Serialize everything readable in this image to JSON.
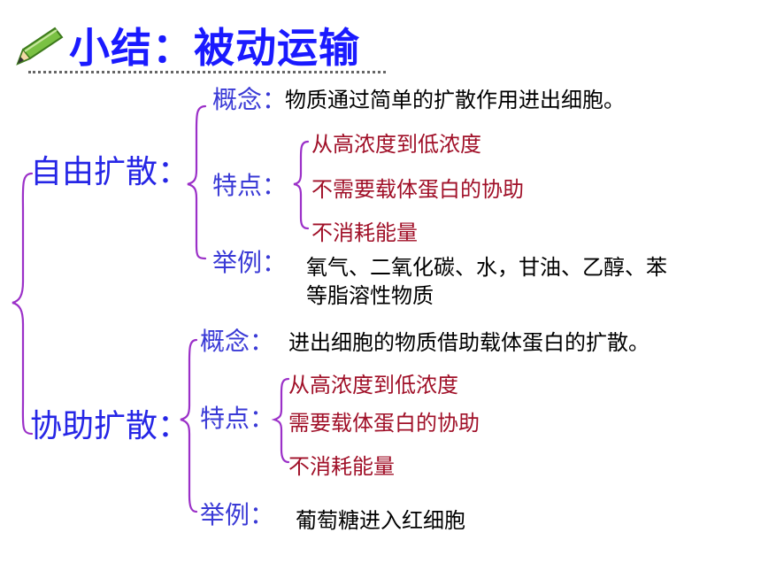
{
  "title": "小结：被动运输",
  "icons": {
    "title_icon": "pencil-icon"
  },
  "colors": {
    "title": "#1a1aff",
    "category": "#2626e6",
    "label": "#3a3ad6",
    "feature": "#a01028",
    "brace": "#9b30c8"
  },
  "free_diffusion": {
    "name": "自由扩散：",
    "concept_label": "概念：",
    "concept_text": "物质通过简单的扩散作用进出细胞。",
    "feature_label": "特点：",
    "features": [
      "从高浓度到低浓度",
      "不需要载体蛋白的协助",
      "不消耗能量"
    ],
    "example_label": "举例：",
    "example_line1": "氧气、二氧化碳、水，甘油、乙醇、苯",
    "example_line2": "等脂溶性物质"
  },
  "facilitated_diffusion": {
    "name": "协助扩散：",
    "concept_label": "概念：",
    "concept_text": "进出细胞的物质借助载体蛋白的扩散。",
    "feature_label": "特点：",
    "features": [
      "从高浓度到低浓度",
      "需要载体蛋白的协助",
      "不消耗能量"
    ],
    "example_label": "举例：",
    "example_text": "葡萄糖进入红细胞"
  }
}
